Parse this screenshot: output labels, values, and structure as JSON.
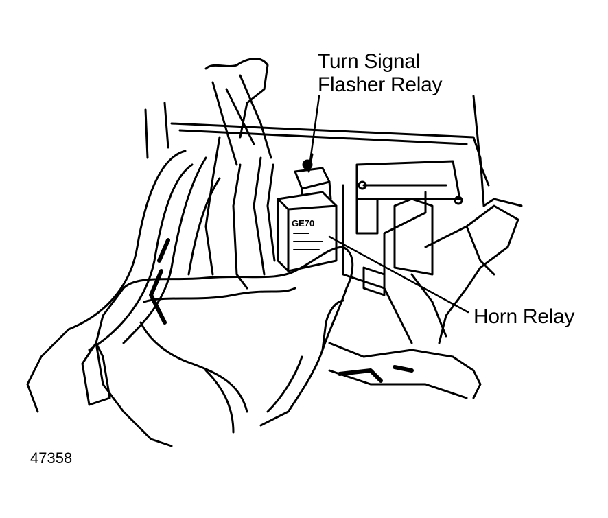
{
  "callouts": {
    "turn_signal_flasher_relay": [
      "Turn Signal",
      "Flasher Relay"
    ],
    "horn_relay": "Horn Relay"
  },
  "figure_number": "47358",
  "relay_stamp": "GE70",
  "colors": {
    "ink": "#000000",
    "paper": "#ffffff"
  }
}
